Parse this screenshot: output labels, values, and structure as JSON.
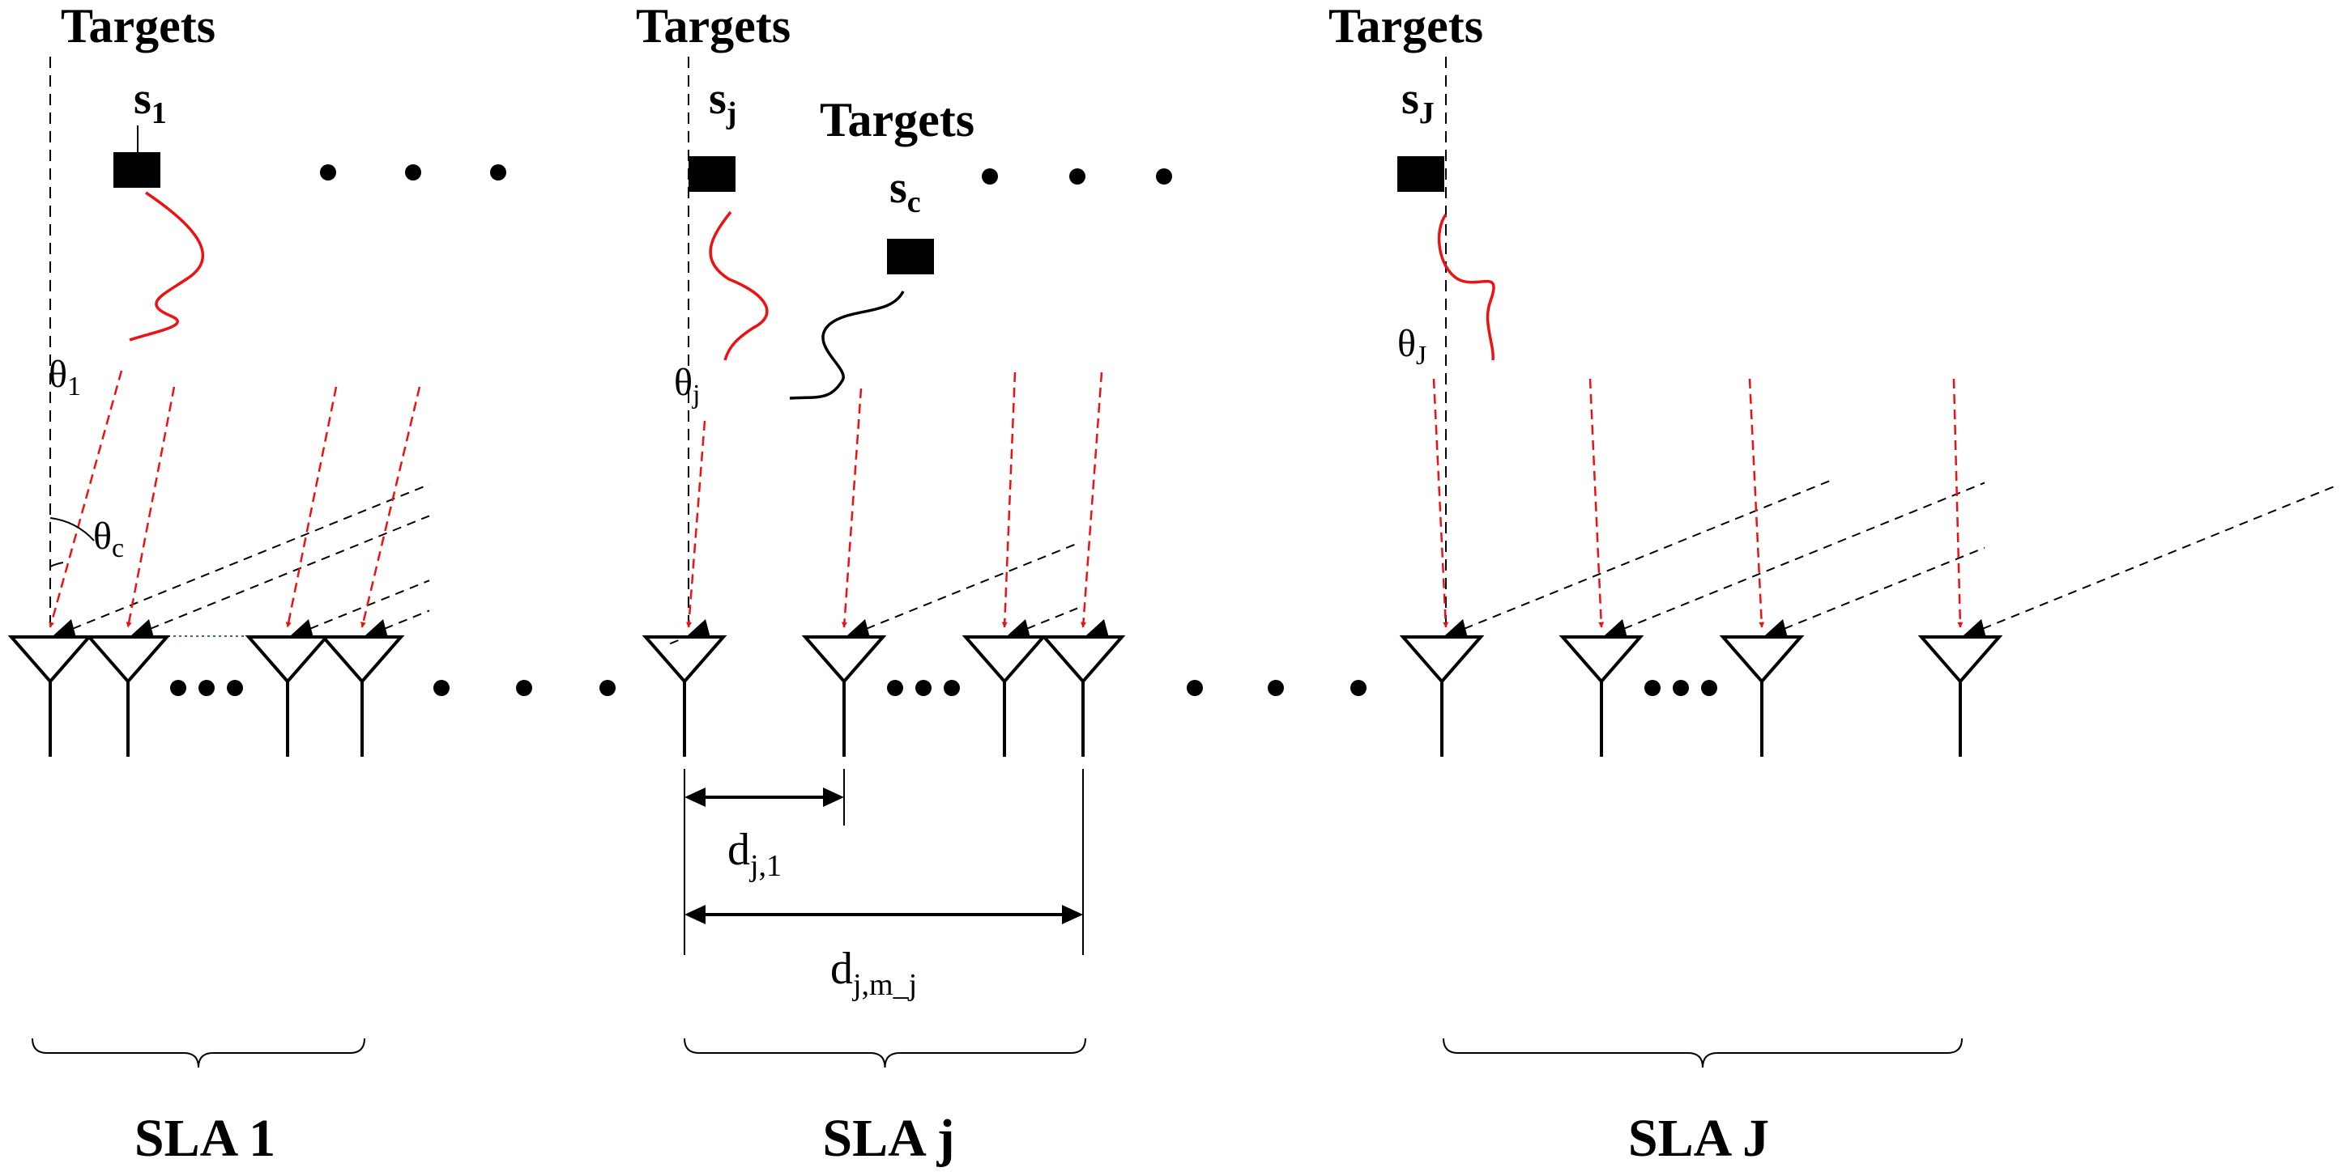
{
  "targets_label": "Targets",
  "signals": {
    "s1": "s",
    "s1_sub": "1",
    "sj": "s",
    "sj_sub": "j",
    "sc": "s",
    "sc_sub": "c",
    "sJ": "s",
    "sJ_sub": "J"
  },
  "angles": {
    "theta1": "θ",
    "theta1_sub": "1",
    "thetaj": "θ",
    "thetaj_sub": "j",
    "thetaJ": "θ",
    "thetaJ_sub": "J",
    "thetac": "θ",
    "thetac_sub": "c"
  },
  "distances": {
    "d1": "d",
    "d1_sub": "j,1",
    "dm": "d",
    "dm_sub": "j,m_j"
  },
  "sla_labels": [
    "SLA 1",
    "SLA j",
    "SLA J"
  ],
  "colors": {
    "arrow_red": "#ee1111",
    "ink": "#000000",
    "background": "#ffffff"
  }
}
